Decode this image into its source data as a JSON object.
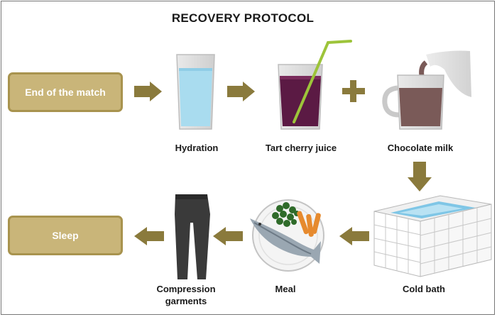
{
  "title": "RECOVERY PROTOCOL",
  "steps": {
    "start": "End of the match",
    "hydration": "Hydration",
    "cherry": "Tart cherry juice",
    "milk": "Chocolate milk",
    "bath": "Cold bath",
    "meal": "Meal",
    "garments_line1": "Compression",
    "garments_line2": "garments",
    "sleep": "Sleep"
  },
  "operator": "+",
  "colors": {
    "box_fill": "#c9b579",
    "box_border": "#a8934e",
    "arrow": "#8a7a3c",
    "cherry_juice": "#5b1a44",
    "water": "#a9dcef",
    "chocolate": "#7a5a58",
    "straw": "#9dc43a"
  },
  "icons": [
    "water-glass-icon",
    "juice-glass-icon",
    "chocolate-mug-icon",
    "bathtub-icon",
    "fish-plate-icon",
    "leggings-icon"
  ]
}
